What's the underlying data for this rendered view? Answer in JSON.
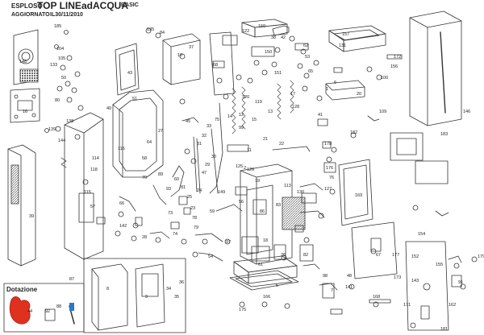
{
  "header": {
    "word1": "ESPLOSO",
    "word2": "TOP LINE",
    "word3": "adACQUA",
    "word4": "BASIC",
    "line2a": "AGGIORNATO",
    "line2b": "IL30/11/2010"
  },
  "dotazione_label": "Dotazione",
  "part_labels": {
    "p185": "185",
    "p104": "104",
    "p105": "105",
    "p133": "133",
    "p50": "50",
    "p80": "80",
    "p138": "138",
    "p135": "135",
    "p84": "84",
    "p37": "37",
    "p10": "10",
    "p43": "43",
    "p148": "148",
    "p16": "16",
    "p68": "68",
    "p122": "122",
    "p160": "160",
    "p38": "38",
    "p42": "42",
    "p62": "62",
    "p53": "53",
    "p131": "131",
    "p157": "157",
    "p172": "172",
    "p14": "14",
    "p99": "99",
    "p17": "17",
    "p146": "146",
    "p156": "156",
    "p100": "100",
    "p1": "1",
    "p6": "6",
    "p20": "20",
    "p182": "182",
    "p178": "178",
    "p177": "177",
    "p176": "176",
    "p152": "152",
    "p51": "51",
    "p27": "27",
    "p89": "89",
    "p93": "93",
    "p28": "28",
    "p114": "114",
    "p118": "118",
    "p115": "115",
    "p87": "87",
    "p40": "40",
    "p45": "45",
    "p116": "116",
    "p73": "73",
    "p81": "81",
    "p169": "169",
    "p109": "109",
    "p125": "125",
    "p126": "126",
    "p19": "19",
    "p113": "113",
    "p130": "130",
    "p149": "149",
    "p47": "47",
    "p56": "56",
    "p86": "86",
    "p83": "83",
    "p59": "59",
    "p66": "66",
    "p23": "23",
    "p24": "24",
    "p25": "25",
    "p74": "74",
    "p78": "78",
    "p79": "79",
    "p22": "22",
    "p12": "12",
    "p13": "13",
    "p119": "119",
    "p120": "120",
    "p58": "58",
    "p31": "31",
    "p32": "32",
    "p33": "33",
    "p75": "75",
    "p11": "11",
    "p183": "183",
    "p179": "179",
    "p154": "154",
    "p155": "155",
    "p91": "91",
    "p171": "171",
    "p141": "141",
    "p142": "142",
    "p8": "8",
    "p57": "57",
    "p34": "34",
    "p35": "35",
    "p36": "36",
    "p9": "9",
    "p39": "39",
    "p139": "139",
    "p144": "144",
    "p92": "92",
    "p44": "44",
    "p88": "88",
    "p175": "175",
    "p2": "2",
    "p18": "18",
    "p26": "26",
    "p61": "61",
    "p82": "82",
    "p98": "98",
    "p7": "7",
    "p48": "48",
    "p67": "67",
    "p143": "143",
    "p97": "97",
    "p54": "54",
    "p127": "127",
    "p76": "76",
    "p162": "162",
    "p168": "168",
    "p29": "29",
    "p30": "30",
    "p64": "64",
    "p166": "166",
    "p5": "5",
    "p70": "70",
    "p15": "15",
    "p21": "21",
    "p60": "60",
    "p173": "173",
    "p150": "150",
    "p151": "151",
    "p128": "128",
    "p65": "65",
    "p41": "41",
    "p181": "181"
  }
}
